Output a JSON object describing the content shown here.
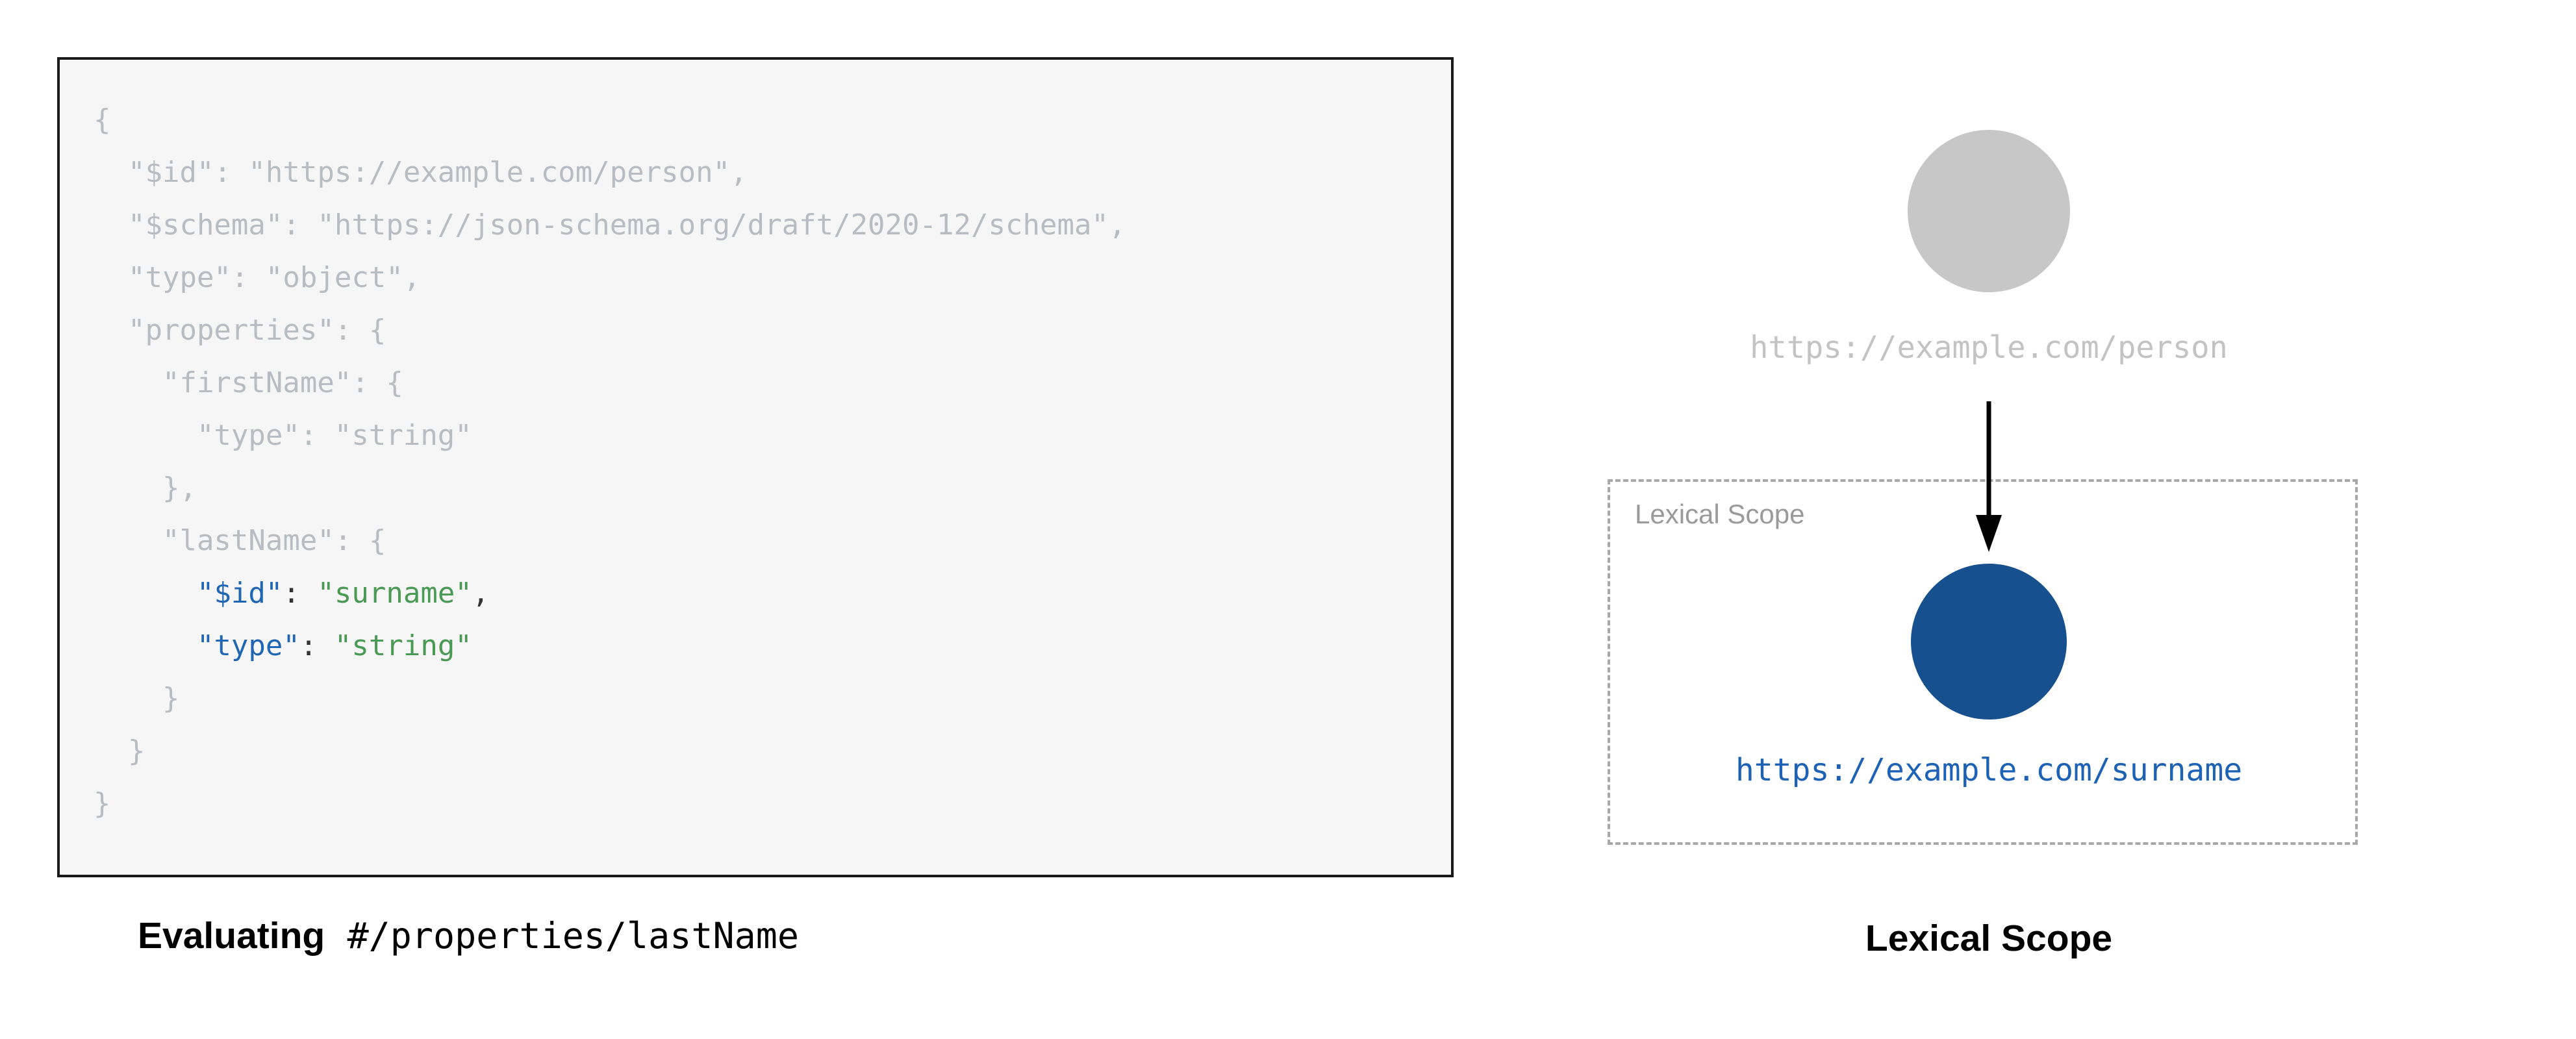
{
  "left": {
    "code_lines": [
      [
        {
          "t": "{",
          "c": "faded"
        }
      ],
      [
        {
          "t": "  \"$id\": \"https://example.com/person\",",
          "c": "faded"
        }
      ],
      [
        {
          "t": "  \"$schema\": \"https://json-schema.org/draft/2020-12/schema\",",
          "c": "faded"
        }
      ],
      [
        {
          "t": "  \"type\": \"object\",",
          "c": "faded"
        }
      ],
      [
        {
          "t": "  \"properties\": {",
          "c": "faded"
        }
      ],
      [
        {
          "t": "    \"firstName\": {",
          "c": "faded"
        }
      ],
      [
        {
          "t": "      \"type\": \"string\"",
          "c": "faded"
        }
      ],
      [
        {
          "t": "    },",
          "c": "faded"
        }
      ],
      [
        {
          "t": "    \"lastName\": {",
          "c": "faded"
        }
      ],
      [
        {
          "t": "      ",
          "c": "faded"
        },
        {
          "t": "\"$id\"",
          "c": "key"
        },
        {
          "t": ": ",
          "c": "punct"
        },
        {
          "t": "\"surname\"",
          "c": "str"
        },
        {
          "t": ",",
          "c": "punct"
        }
      ],
      [
        {
          "t": "      ",
          "c": "faded"
        },
        {
          "t": "\"type\"",
          "c": "key"
        },
        {
          "t": ": ",
          "c": "punct"
        },
        {
          "t": "\"string\"",
          "c": "str"
        }
      ],
      [
        {
          "t": "    }",
          "c": "faded"
        }
      ],
      [
        {
          "t": "  }",
          "c": "faded"
        }
      ],
      [
        {
          "t": "}",
          "c": "faded"
        }
      ]
    ],
    "caption_bold": "Evaluating",
    "caption_path": "#/properties/lastName"
  },
  "right": {
    "person_url": "https://example.com/person",
    "scope_box_label": "Lexical Scope",
    "surname_url": "https://example.com/surname",
    "caption": "Lexical Scope"
  },
  "colors": {
    "code_panel_bg": "#f6f6f6",
    "code_panel_border": "#1a1a1a",
    "code_faded": "#b8bdc3",
    "key_blue": "#2066b2",
    "string_green": "#4a9a55",
    "punct_dark": "#333333",
    "person_node_gray": "#c7c7c7",
    "person_label_gray": "#c3c3c3",
    "surname_node_blue": "#17508f",
    "surname_url_blue": "#1d62b5",
    "dashed_border_gray": "#a8a8a8",
    "scope_label_gray": "#9a9a9a",
    "arrow_black": "#000000"
  }
}
